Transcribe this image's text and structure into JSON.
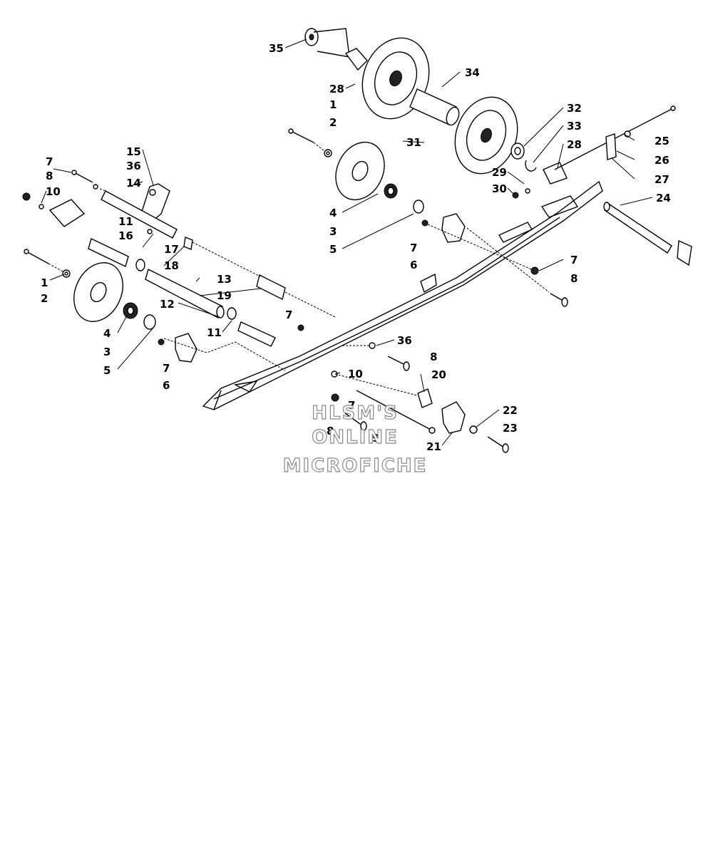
{
  "watermark": {
    "line1": "HLSM'S",
    "line2": "ONLINE",
    "line3": "MICROFICHE"
  },
  "callouts": {
    "n35": "35",
    "n34": "34",
    "n28a": "28",
    "n1a": "1",
    "n2a": "2",
    "n31": "31",
    "n32": "32",
    "n33": "33",
    "n28b": "28",
    "n25": "25",
    "n26": "26",
    "n27": "27",
    "n29": "29",
    "n30": "30",
    "n24": "24",
    "n4a": "4",
    "n3a": "3",
    "n5a": "5",
    "n7a": "7",
    "n6a": "6",
    "n7b": "7",
    "n8a": "8",
    "n15": "15",
    "n7c": "7",
    "n8b": "8",
    "n36a": "36",
    "n14": "14",
    "n10a": "10",
    "n11a": "11",
    "n16": "16",
    "n17": "17",
    "n18": "18",
    "n13": "13",
    "n19": "19",
    "n12": "12",
    "n11b": "11",
    "n1b": "1",
    "n2b": "2",
    "n4b": "4",
    "n3b": "3",
    "n5b": "5",
    "n7d": "7",
    "n6b": "6",
    "n7e": "7",
    "n36b": "36",
    "n8c": "8",
    "n10b": "10",
    "n20": "20",
    "n7f": "7",
    "n8d": "8",
    "n9": "9",
    "n21": "21",
    "n22": "22",
    "n23": "23"
  }
}
